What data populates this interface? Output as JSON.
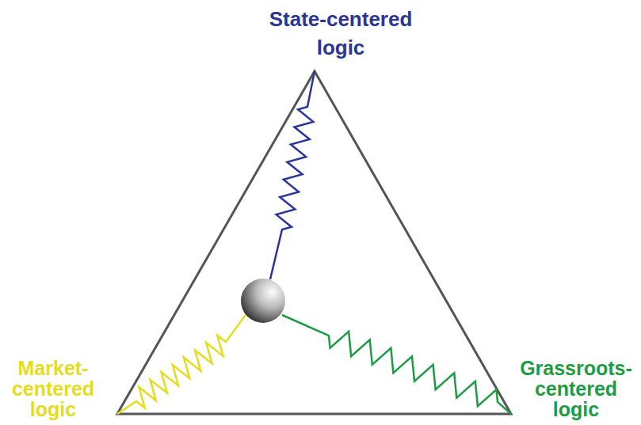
{
  "diagram": {
    "labels": [
      "State-centered logic",
      "Market-centered logic",
      "Grassroots-centered logic"
    ]
  }
}
